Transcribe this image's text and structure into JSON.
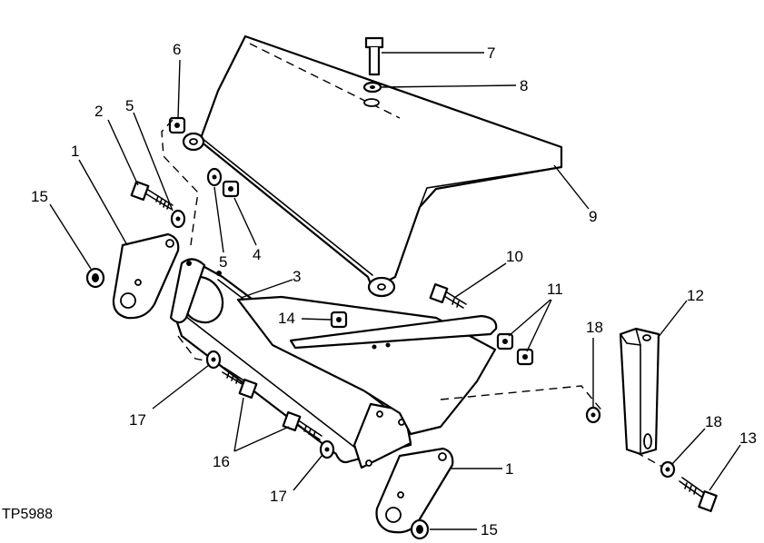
{
  "figure_id": "TP5988",
  "callouts": {
    "c1a": "1",
    "c1b": "1",
    "c2": "2",
    "c3": "3",
    "c4": "4",
    "c5a": "5",
    "c5b": "5",
    "c6": "6",
    "c7": "7",
    "c8": "8",
    "c9": "9",
    "c10": "10",
    "c11": "11",
    "c12": "12",
    "c13": "13",
    "c14": "14",
    "c15a": "15",
    "c15b": "15",
    "c16": "16",
    "c17a": "17",
    "c17b": "17",
    "c18a": "18",
    "c18b": "18"
  }
}
